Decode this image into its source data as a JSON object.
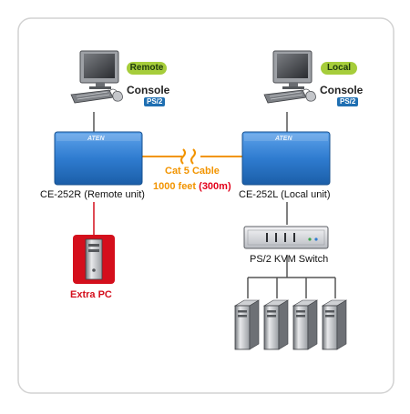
{
  "remote": {
    "badge": "Remote",
    "console_label": "Console",
    "port": "PS/2",
    "unit_label": "CE-252R (Remote unit)"
  },
  "local": {
    "badge": "Local",
    "console_label": "Console",
    "port": "PS/2",
    "unit_label": "CE-252L (Local unit)"
  },
  "brand": "ATEN",
  "cable": {
    "type": "Cat 5 Cable",
    "distance_prefix": "1000 feet ",
    "distance_metric": "(300m)"
  },
  "kvm_switch_label": "PS/2 KVM Switch",
  "extra_pc_label": "Extra PC",
  "colors": {
    "badge_green": "#a6cd3b",
    "unit_blue": "#2f7cd0",
    "cable_orange": "#f29400",
    "metric_red": "#e2001a",
    "extra_pc_red": "#d40f1c",
    "ps2_blue": "#1f6fb2"
  }
}
